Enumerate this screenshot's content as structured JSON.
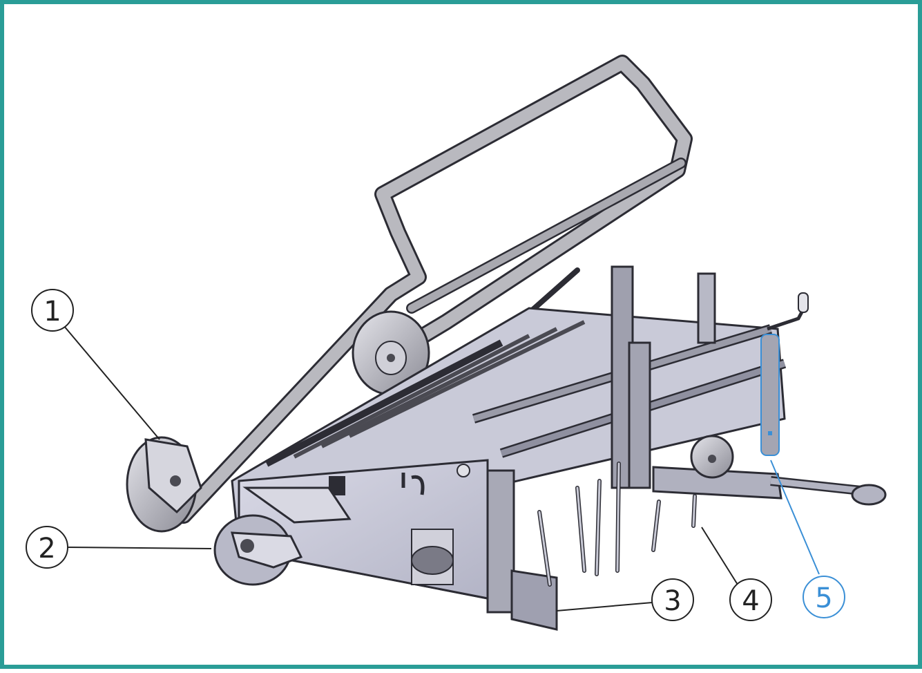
{
  "callouts": [
    {
      "number": "1",
      "color": "#222222"
    },
    {
      "number": "2",
      "color": "#222222"
    },
    {
      "number": "3",
      "color": "#222222"
    },
    {
      "number": "4",
      "color": "#222222"
    },
    {
      "number": "5",
      "color": "#3a8fd6"
    }
  ],
  "colors": {
    "border": "#2a9d97",
    "metal_light": "#cfd0dc",
    "metal_mid": "#a8a9b8",
    "metal_dark": "#6e6f7c",
    "outline": "#2c2c34"
  }
}
